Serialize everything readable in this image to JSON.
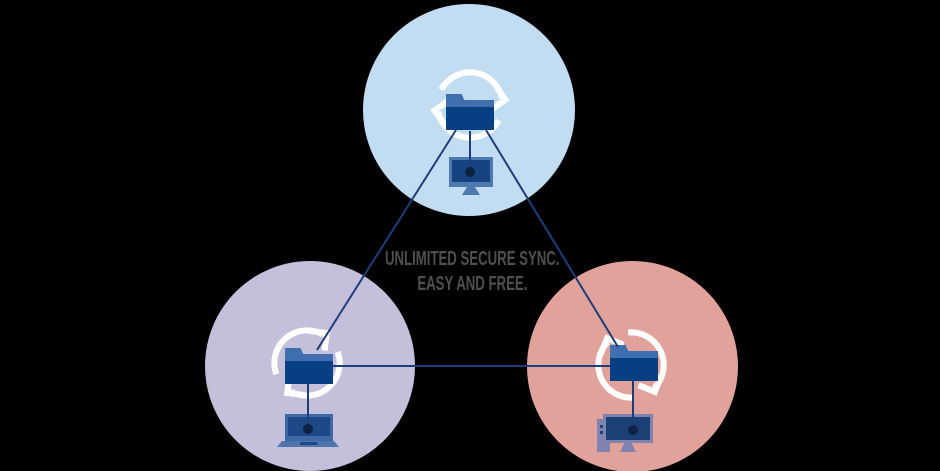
{
  "caption": {
    "line1": "UNLIMITED SECURE SYNC.",
    "line2": "EASY AND FREE."
  },
  "colors": {
    "background": "#000000",
    "circle_blue": "#c2dcf2",
    "circle_purple": "#c4bfdb",
    "circle_red": "#e2a29c",
    "folder_front": "#073f83",
    "folder_back": "#3f6fae",
    "sync_ring": "#ffffff",
    "line": "#1d3e7a",
    "dot": "#0d2142",
    "text": "#4f4f4f",
    "monitor_frame": "#4e79b1",
    "monitor_screen": "#15437f",
    "laptop_shell": "#3c68a5",
    "laptop_screen": "#1c4886",
    "laptop_base": "#4f75ac",
    "desktop_frame": "#7e84ad",
    "desktop_screen": "#1c4076"
  },
  "nodes": [
    {
      "id": "top",
      "circle_color": "#c2dcf2",
      "icons": [
        "sync-arrows-icon",
        "folder-icon",
        "desktop-monitor-icon"
      ]
    },
    {
      "id": "left",
      "circle_color": "#c4bfdb",
      "icons": [
        "sync-arrows-icon",
        "folder-icon",
        "laptop-icon"
      ]
    },
    {
      "id": "right",
      "circle_color": "#e2a29c",
      "icons": [
        "sync-arrows-icon",
        "folder-icon",
        "desktop-tower-icon"
      ]
    }
  ]
}
